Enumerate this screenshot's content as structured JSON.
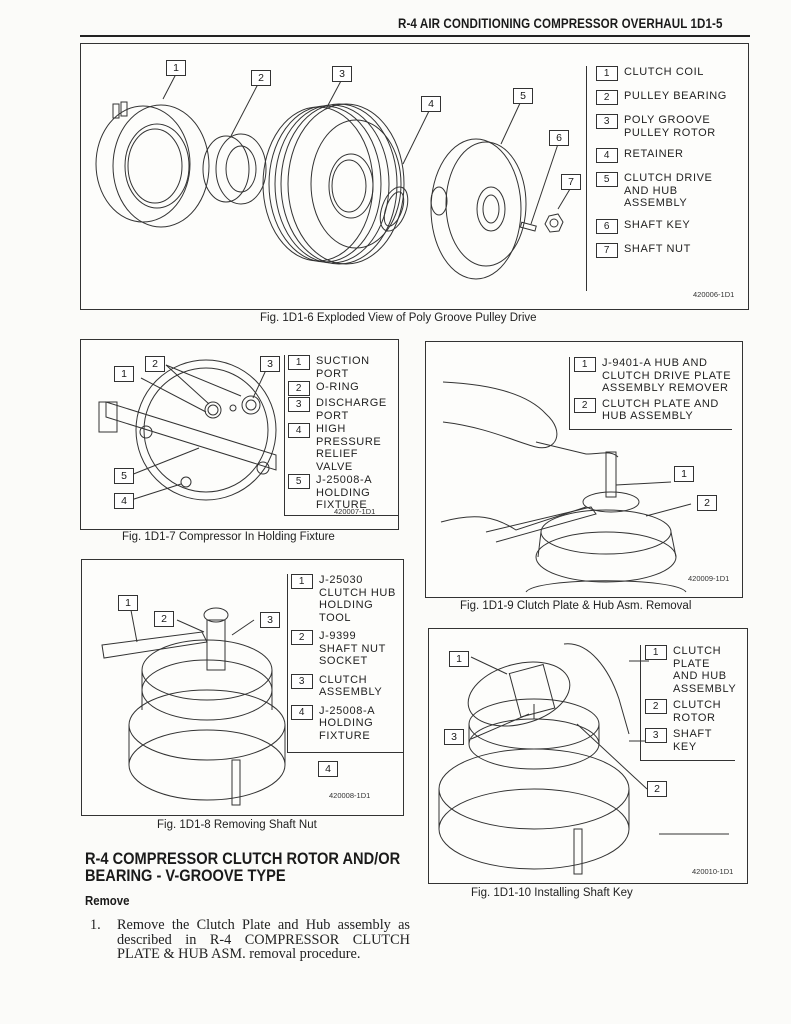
{
  "page": {
    "header": "R-4 AIR CONDITIONING COMPRESSOR OVERHAUL  1D1-5"
  },
  "figures": {
    "fig6": {
      "caption": "Fig. 1D1-6 Exploded View of Poly Groove Pulley Drive",
      "code": "420006-1D1",
      "legend": [
        {
          "num": "1",
          "text": "CLUTCH COIL"
        },
        {
          "num": "2",
          "text": "PULLEY BEARING"
        },
        {
          "num": "3",
          "text": "POLY GROOVE\nPULLEY ROTOR"
        },
        {
          "num": "4",
          "text": "RETAINER"
        },
        {
          "num": "5",
          "text": "CLUTCH DRIVE\nAND HUB\nASSEMBLY"
        },
        {
          "num": "6",
          "text": "SHAFT KEY"
        },
        {
          "num": "7",
          "text": "SHAFT NUT"
        }
      ],
      "callouts": [
        "1",
        "2",
        "3",
        "4",
        "5",
        "6",
        "7"
      ]
    },
    "fig7": {
      "caption": "Fig. 1D1-7 Compressor In Holding Fixture",
      "code": "420007-1D1",
      "legend": [
        {
          "num": "1",
          "text": "SUCTION\nPORT"
        },
        {
          "num": "2",
          "text": "O-RING"
        },
        {
          "num": "3",
          "text": "DISCHARGE\nPORT"
        },
        {
          "num": "4",
          "text": "HIGH\nPRESSURE\nRELIEF\nVALVE"
        },
        {
          "num": "5",
          "text": "J-25008-A\nHOLDING\nFIXTURE"
        }
      ],
      "callouts": [
        "1",
        "2",
        "3",
        "4",
        "5"
      ]
    },
    "fig8": {
      "caption": "Fig. 1D1-8 Removing Shaft Nut",
      "code": "420008-1D1",
      "legend": [
        {
          "num": "1",
          "text": "J-25030\nCLUTCH HUB\nHOLDING\nTOOL"
        },
        {
          "num": "2",
          "text": "J-9399\nSHAFT NUT\nSOCKET"
        },
        {
          "num": "3",
          "text": "CLUTCH\nASSEMBLY"
        },
        {
          "num": "4",
          "text": "J-25008-A\nHOLDING\nFIXTURE"
        }
      ],
      "callouts": [
        "1",
        "2",
        "3",
        "4"
      ]
    },
    "fig9": {
      "caption": "Fig. 1D1-9 Clutch Plate & Hub Asm. Removal",
      "code": "420009-1D1",
      "legend": [
        {
          "num": "1",
          "text": "J-9401-A  HUB AND\nCLUTCH DRIVE PLATE\nASSEMBLY REMOVER"
        },
        {
          "num": "2",
          "text": "CLUTCH PLATE AND\nHUB ASSEMBLY"
        }
      ],
      "callouts": [
        "1",
        "2"
      ]
    },
    "fig10": {
      "caption": "Fig. 1D1-10 Installing Shaft Key",
      "code": "420010-1D1",
      "legend": [
        {
          "num": "1",
          "text": "CLUTCH\nPLATE\nAND HUB\nASSEMBLY"
        },
        {
          "num": "2",
          "text": "CLUTCH\nROTOR"
        },
        {
          "num": "3",
          "text": "SHAFT\nKEY"
        }
      ],
      "callouts": [
        "1",
        "2",
        "3"
      ]
    }
  },
  "section": {
    "heading_line1": "R-4 COMPRESSOR CLUTCH ROTOR AND/OR",
    "heading_line2": "BEARING - V-GROOVE TYPE",
    "subheading": "Remove",
    "steps": [
      {
        "num": "1.",
        "text": "Remove the Clutch Plate and Hub assembly as described in R-4 COMPRESSOR CLUTCH PLATE & HUB ASM. removal procedure."
      }
    ]
  }
}
